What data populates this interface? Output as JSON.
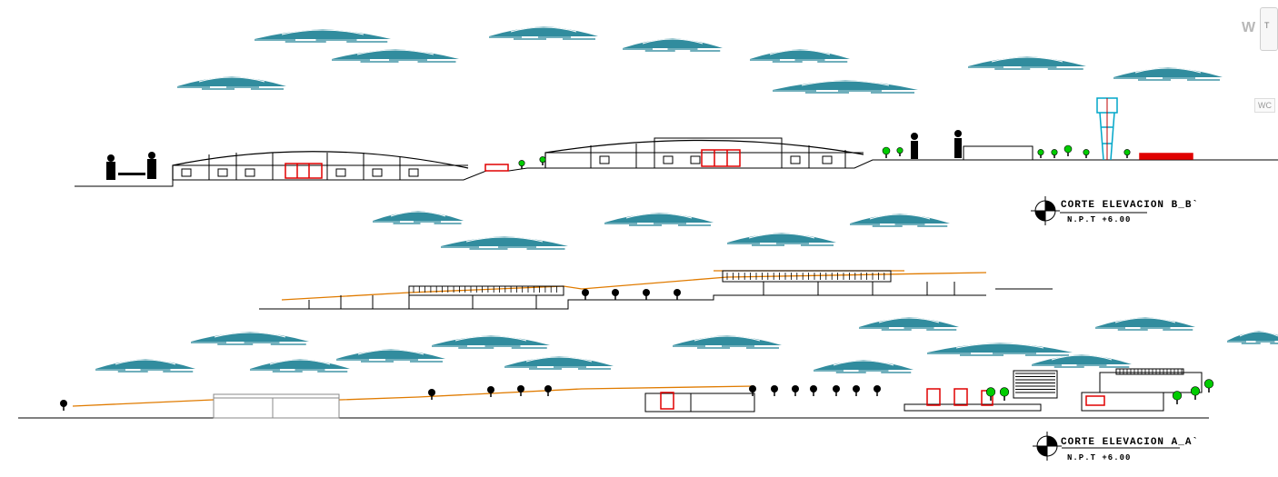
{
  "sections": [
    {
      "title": "CORTE ELEVACION B_B`",
      "level": "N.P.T +6.00"
    },
    {
      "title": "CORTE ELEVACION A_A`",
      "level": "N.P.T +6.00"
    }
  ],
  "viewcube": {
    "compass_letter": "W",
    "cube_face": "T",
    "wcs": "WC"
  },
  "colors": {
    "cloud": "#1b7f93",
    "ink": "#000000",
    "tree": "#00cc00",
    "red": "#e00000",
    "orange": "#e07b00",
    "window": "#6aa0d0"
  }
}
